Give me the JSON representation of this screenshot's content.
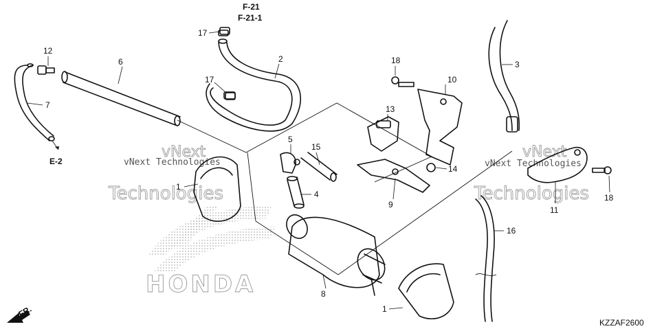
{
  "labels": {
    "p1a": "1",
    "p1b": "1",
    "p2": "2",
    "p3": "3",
    "p4": "4",
    "p5": "5",
    "p6": "6",
    "p7": "7",
    "p8": "8",
    "p9": "9",
    "p10": "10",
    "p11": "11",
    "p12": "12",
    "p13": "13",
    "p14": "14",
    "p15": "15",
    "p16": "16",
    "p17a": "17",
    "p17b": "17",
    "p18a": "18",
    "p18b": "18"
  },
  "refs": {
    "f21": "F-21",
    "f211": "F-21-1",
    "e2": "E-2",
    "fr": "FR."
  },
  "watermark": {
    "line1": "vNext Technologies",
    "line2": "vNext",
    "line3": "Technologies",
    "brand": "HONDA"
  },
  "diagram_code": "KZZAF2600"
}
